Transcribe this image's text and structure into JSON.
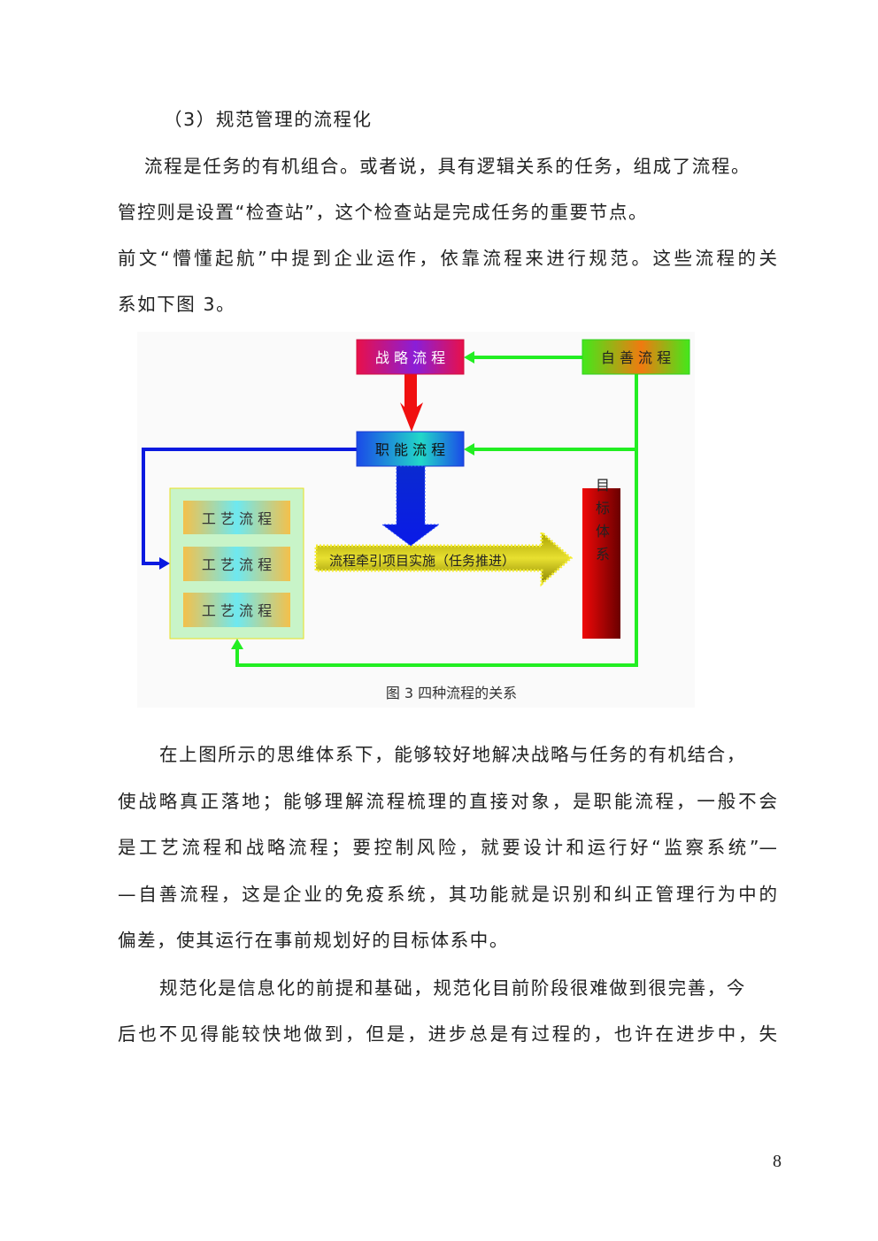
{
  "heading": "（3）规范管理的流程化",
  "para1": [
    "流程是任务的有机组合。或者说，具有逻辑关系的任务，组成了流程。",
    "管控则是设置“检查站”，这个检查站是完成任务的重要节点。",
    "前文“懵懂起航”中提到企业运作，依靠流程来进行规范。这些流程的关",
    "系如下图 3。"
  ],
  "diagram": {
    "strategy": "战 略 流 程",
    "self_improve": "自 善 流 程",
    "function": "职 能 流 程",
    "craft": [
      "工 艺 流 程",
      "工 艺 流 程",
      "工 艺 流 程"
    ],
    "arrow_label": "流程牵引项目实施（任务推进）",
    "target": "目标体系",
    "caption": "图 3  四种流程的关系"
  },
  "para2": [
    "在上图所示的思维体系下，能够较好地解决战略与任务的有机结合，",
    "使战略真正落地；能够理解流程梳理的直接对象，是职能流程，一般不会",
    "是工艺流程和战略流程；要控制风险，就要设计和运行好“监察系统”—",
    "—自善流程，这是企业的免疫系统，其功能就是识别和纠正管理行为中的",
    "偏差，使其运行在事前规划好的目标体系中。"
  ],
  "para3": [
    "规范化是信息化的前提和基础，规范化目前阶段很难做到很完善，今",
    "后也不见得能较快地做到，但是，进步总是有过程的，也许在进步中，失"
  ],
  "page_number": "8"
}
